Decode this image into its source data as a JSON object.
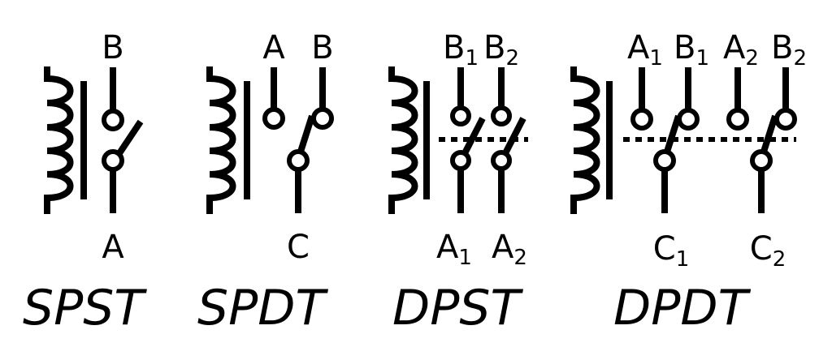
{
  "colors": {
    "ink": "#000000",
    "background": "#ffffff"
  },
  "diagrams": [
    {
      "name": "SPST",
      "top_labels": [
        {
          "main": "B",
          "sub": ""
        }
      ],
      "bottom_labels": [
        {
          "main": "A",
          "sub": ""
        }
      ]
    },
    {
      "name": "SPDT",
      "top_labels": [
        {
          "main": "A",
          "sub": ""
        },
        {
          "main": "B",
          "sub": ""
        }
      ],
      "bottom_labels": [
        {
          "main": "C",
          "sub": ""
        }
      ]
    },
    {
      "name": "DPST",
      "top_labels": [
        {
          "main": "B",
          "sub": "1"
        },
        {
          "main": "B",
          "sub": "2"
        }
      ],
      "bottom_labels": [
        {
          "main": "A",
          "sub": "1"
        },
        {
          "main": "A",
          "sub": "2"
        }
      ]
    },
    {
      "name": "DPDT",
      "top_labels": [
        {
          "main": "A",
          "sub": "1"
        },
        {
          "main": "B",
          "sub": "1"
        },
        {
          "main": "A",
          "sub": "2"
        },
        {
          "main": "B",
          "sub": "2"
        }
      ],
      "bottom_labels": [
        {
          "main": "C",
          "sub": "1"
        },
        {
          "main": "C",
          "sub": "2"
        }
      ]
    }
  ]
}
